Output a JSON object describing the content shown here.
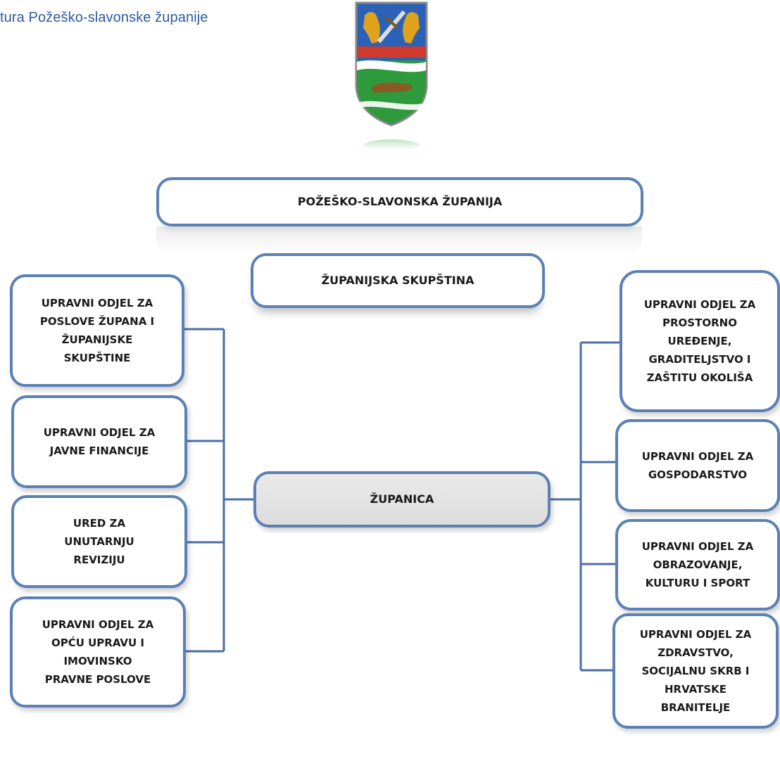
{
  "header": {
    "title": "tura Požeško-slavonske županije"
  },
  "crest": {
    "description_icon": "coat-of-arms-icon",
    "colors": {
      "sky": "#2b62b8",
      "lion": "#e0a21c",
      "field": "#2f9a3c",
      "river": "#ffffff",
      "border": "#7a7a7a"
    }
  },
  "diagram": {
    "top": "POŽEŠKO-SLAVONSKA ŽUPANIJA",
    "assembly": "ŽUPANIJSKA SKUPŠTINA",
    "center": "ŽUPANICA",
    "left": [
      [
        "UPRAVNI ODJEL ZA",
        "POSLOVE ŽUPANA I",
        "ŽUPANIJSKE",
        "SKUPŠTINE"
      ],
      [
        "UPRAVNI ODJEL ZA",
        "JAVNE FINANCIJE"
      ],
      [
        "URED ZA",
        "UNUTARNJU",
        "REVIZIJU"
      ],
      [
        "UPRAVNI ODJEL ZA",
        "OPĆU UPRAVU I",
        "IMOVINSKO",
        "PRAVNE POSLOVE"
      ]
    ],
    "right": [
      [
        "UPRAVNI ODJEL ZA",
        "PROSTORNO",
        "UREĐENJE,",
        "GRADITELJSTVO I",
        "ZAŠTITU OKOLIŠA"
      ],
      [
        "UPRAVNI ODJEL ZA",
        "GOSPODARSTVO"
      ],
      [
        "UPRAVNI ODJEL ZA",
        "OBRAZOVANJE,",
        "KULTURU I SPORT"
      ],
      [
        "UPRAVNI ODJEL ZA",
        "ZDRAVSTVO,",
        "SOCIJALNU SKRB I",
        "HRVATSKE",
        "BRANITELJE"
      ]
    ],
    "colors": {
      "border": "#5b81b4",
      "connector": "#4a6fa5",
      "center_fill": "#e0e0e0"
    }
  }
}
